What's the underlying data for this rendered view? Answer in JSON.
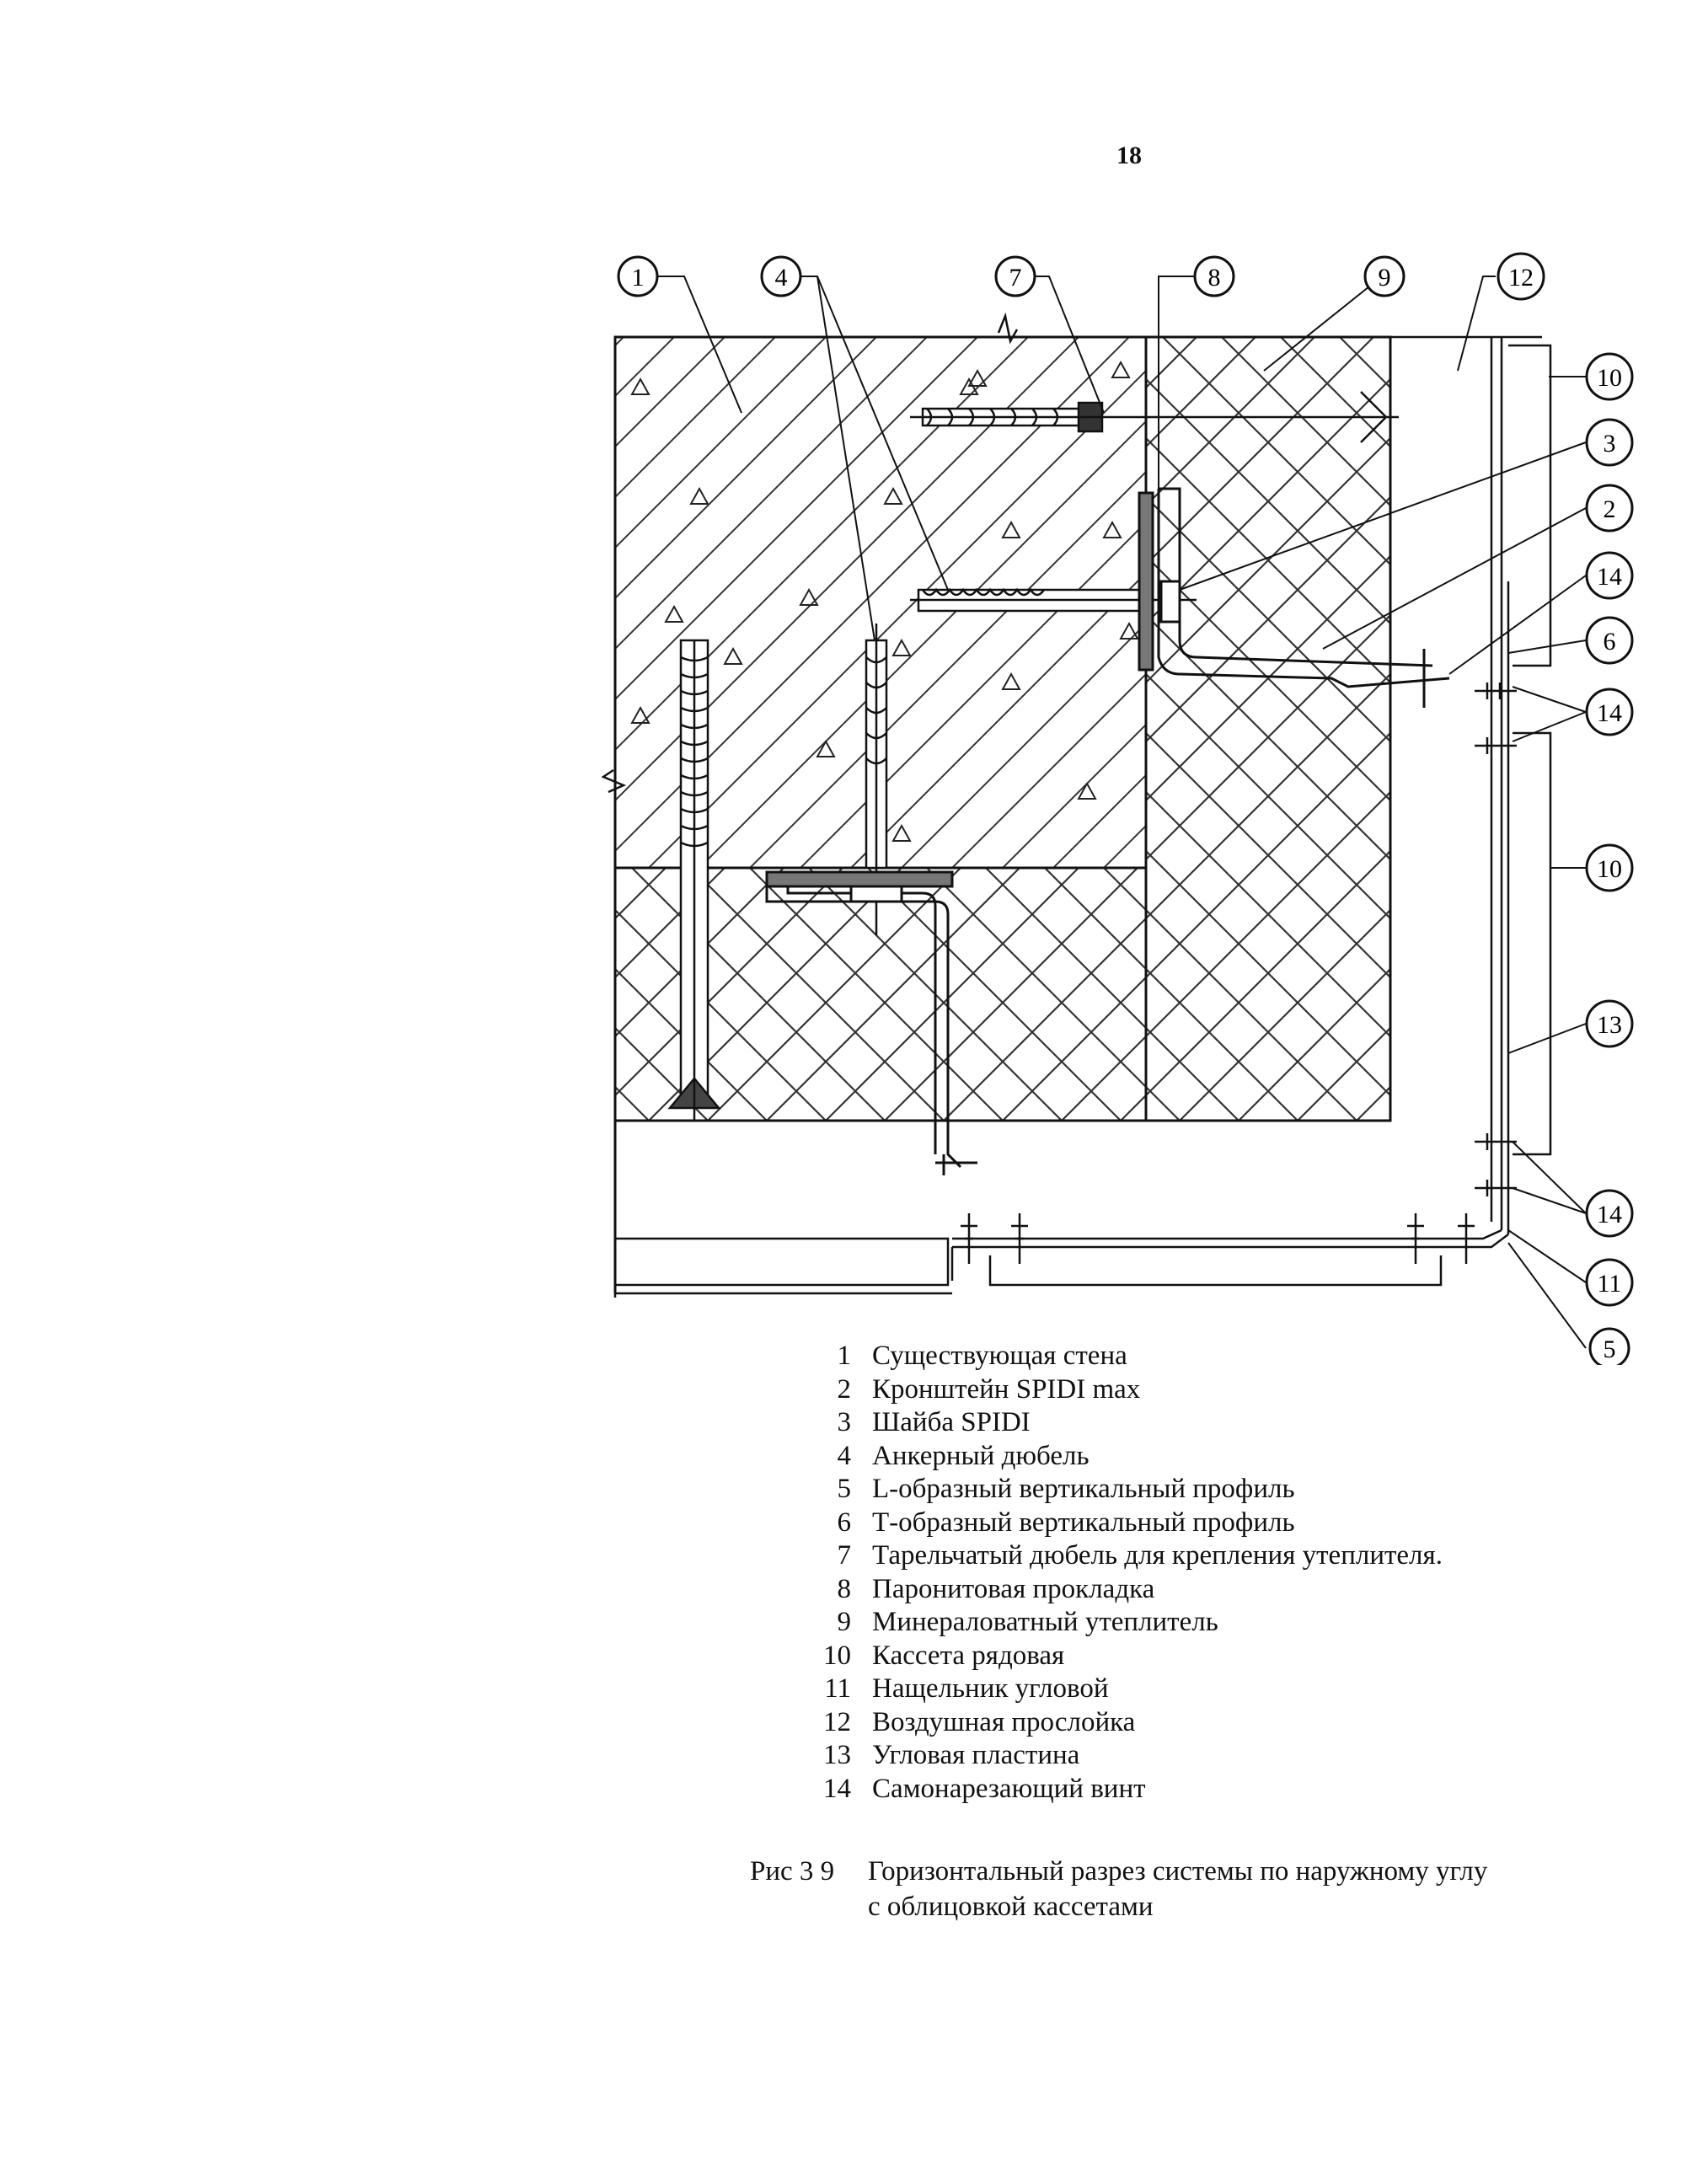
{
  "page": {
    "number": "18"
  },
  "callouts": [
    "1",
    "4",
    "7",
    "8",
    "9",
    "12",
    "10",
    "3",
    "2",
    "14",
    "6",
    "14",
    "10",
    "13",
    "14",
    "11",
    "5"
  ],
  "legend": [
    {
      "num": "1",
      "text": "Существующая стена"
    },
    {
      "num": "2",
      "text": "Кронштейн SPIDI max"
    },
    {
      "num": "3",
      "text": "Шайба SPIDI"
    },
    {
      "num": "4",
      "text": "Анкерный дюбель"
    },
    {
      "num": "5",
      "text": "L-образный вертикальный профиль"
    },
    {
      "num": "6",
      "text": "Т-образный вертикальный профиль"
    },
    {
      "num": "7",
      "text": "Тарельчатый дюбель для крепления утеплителя."
    },
    {
      "num": "8",
      "text": "Паронитовая прокладка"
    },
    {
      "num": "9",
      "text": "Минераловатный утеплитель"
    },
    {
      "num": "10",
      "text": "Кассета рядовая"
    },
    {
      "num": "11",
      "text": "Нащельник угловой"
    },
    {
      "num": "12",
      "text": "Воздушная прослойка"
    },
    {
      "num": "13",
      "text": "Угловая пластина"
    },
    {
      "num": "14",
      "text": "Самонарезающий винт"
    }
  ],
  "caption": {
    "prefix": "Рис 3 9",
    "line1": "Горизонтальный разрез системы по наружному углу",
    "line2": "с облицовкой кассетами"
  }
}
